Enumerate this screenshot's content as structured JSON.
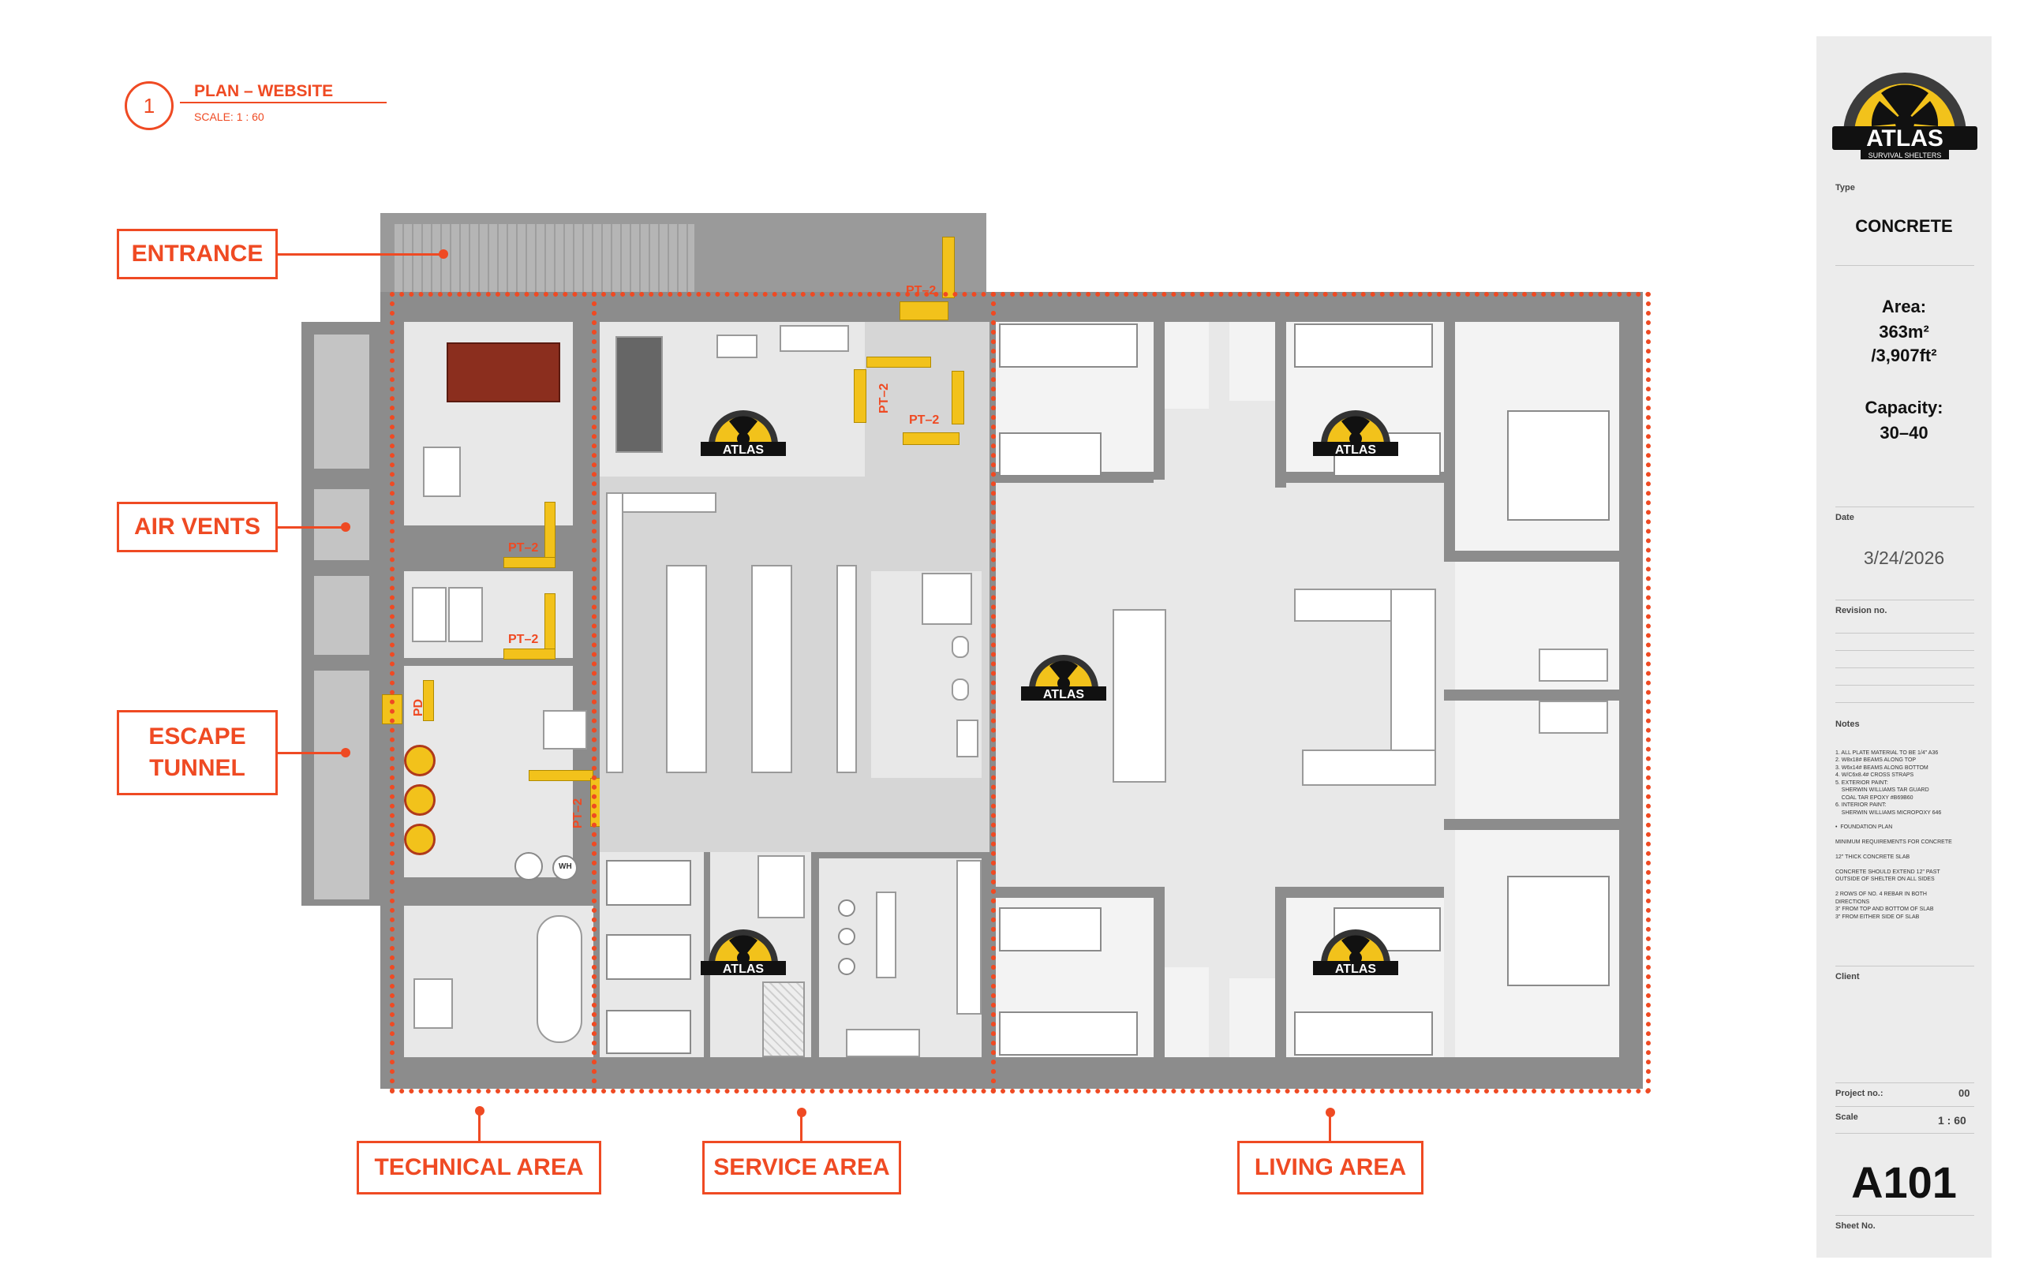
{
  "plan_header": {
    "number": "1",
    "title": "PLAN – WEBSITE",
    "scale": "SCALE:  1 : 60"
  },
  "callouts": {
    "entrance": "ENTRANCE",
    "air_vents": "AIR VENTS",
    "escape_tunnel_line1": "ESCAPE",
    "escape_tunnel_line2": "TUNNEL",
    "technical_area": "TECHNICAL AREA",
    "service_area": "SERVICE AREA",
    "living_area": "LIVING AREA"
  },
  "equipment_labels": {
    "pt2": "PT–2",
    "pd": "PD",
    "wh": "WH"
  },
  "logo": {
    "name": "ATLAS",
    "tagline": "SURVIVAL SHELTERS"
  },
  "colors": {
    "accent": "#ef4a23",
    "wall": "#8c8c8c",
    "floor": "#d6d6d6",
    "equipment": "#f2c21b"
  },
  "sidebar": {
    "type_label": "Type",
    "type_value": "CONCRETE",
    "area_label": "Area:",
    "area_m2": "363m²",
    "area_ft2": "/3,907ft²",
    "capacity_label": "Capacity:",
    "capacity_value": "30–40",
    "date_label": "Date",
    "date_value": "3/24/2026",
    "revision_label": "Revision no.",
    "notes_label": "Notes",
    "notes": [
      "1. ALL PLATE MATERIAL TO BE 1/4\" A36",
      "2. W8x18# BEAMS ALONG TOP",
      "3. W6x14# BEAMS ALONG BOTTOM",
      "4. W/C6x8.4# CROSS STRAPS",
      "5. EXTERIOR PAINT:",
      "    SHERWIN WILLIAMS TAR GUARD",
      "    COAL TAR EPOXY #B69B60",
      "6. INTERIOR PAINT:",
      "    SHERWIN WILLIAMS MICROPOXY 646",
      "",
      "•  FOUNDATION PLAN",
      "",
      "MINIMUM REQUIREMENTS FOR CONCRETE",
      "",
      "12\" THICK CONCRETE SLAB",
      "",
      "CONCRETE SHOULD EXTEND 12\" PAST",
      "OUTSIDE OF SHELTER ON ALL SIDES",
      "",
      "2 ROWS OF NO. 4 REBAR IN BOTH",
      "DIRECTIONS",
      "3\" FROM TOP AND BOTTOM OF SLAB",
      "3\" FROM EITHER SIDE OF SLAB"
    ],
    "client_label": "Client",
    "project_label": "Project no.:",
    "project_value": "00",
    "scale_label": "Scale",
    "scale_value": "1 : 60",
    "sheet_value": "A101",
    "sheet_label": "Sheet No."
  }
}
